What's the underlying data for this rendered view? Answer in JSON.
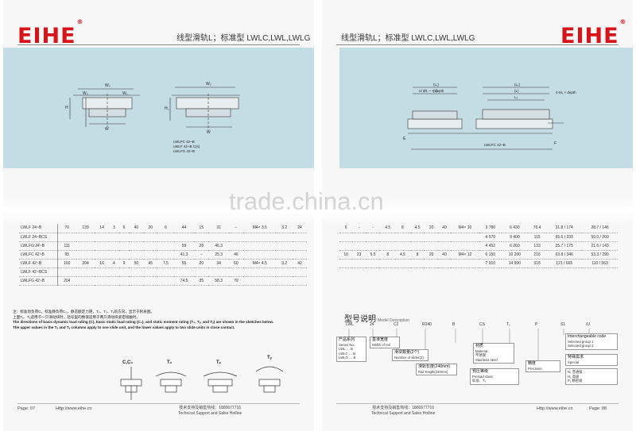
{
  "brand": "EIHE",
  "brand_mark": "®",
  "left_page": {
    "title": "线型滑轨L；标准型 LWLC,LWL,LWLG",
    "drawing_labels": {
      "w1": "W₁",
      "w2": "W₂",
      "w3": "W₃",
      "h": "H",
      "h1": "H₁",
      "h2": "H₂",
      "w": "W",
      "series": [
        "LWLFC 42~B",
        "LWLF  42~B C(s)",
        "LWLFG 42~B"
      ]
    },
    "table_rows": [
      [
        "LWLF  24~B",
        "76",
        "139",
        "14",
        "3",
        "6",
        "40",
        "20",
        "6",
        "44",
        "15",
        "31",
        "–",
        "M4× 3.5",
        "3.2",
        "24"
      ],
      [
        "LWLF  24~BCS",
        "",
        "",
        "",
        "",
        "",
        "",
        "",
        "",
        "",
        "",
        "",
        "",
        "",
        "",
        ""
      ],
      [
        "LWLFG 24~B",
        "111",
        "",
        "",
        "",
        "",
        "",
        "",
        "",
        "59",
        "28",
        "46.3",
        "",
        "",
        "",
        ""
      ],
      [
        "LWLFC 42~B",
        "95",
        "",
        "",
        "",
        "",
        "",
        "",
        "",
        "41.3",
        "–",
        "25.3",
        "46",
        "",
        "",
        ""
      ],
      [
        "LWLF  42~B",
        "160",
        "204",
        "16",
        "4",
        "9",
        "50",
        "45",
        "7.5",
        "55",
        "20",
        "34",
        "60",
        "M4× 4.5",
        "3.2",
        "42"
      ],
      [
        "LWLF  42~BCS",
        "",
        "",
        "",
        "",
        "",
        "",
        "",
        "",
        "",
        "",
        "",
        "",
        "",
        "",
        ""
      ],
      [
        "LWLFG 42~B",
        "204",
        "",
        "",
        "",
        "",
        "",
        "",
        "",
        "74.5",
        "35",
        "58.3",
        "79",
        "",
        "",
        ""
      ]
    ],
    "notes": [
      "注：标准动负荷C，标准静负荷C₀，静态额定力矩，T₀、Tₓ、Tᵧ的方向，显示于附表图。",
      "上面Tₓ、Tᵧ适用于一只滑动块时，括号里的数值适用于两只滑动块紧密接触时。",
      "The directions of basic dynamic load rating (C), basic static load rating (C₀), and static moment rating (T₀, Tₓ, and Tᵧ) are shown in the sketches below.",
      "The upper values in the Tₓ and Tᵧ columns apply to one slide unit, and the lower values apply to two slide units in close contact."
    ],
    "moment_labels": [
      "C,C₀",
      "T₀",
      "Tₓ",
      "Tᵧ"
    ],
    "footer_page": "Page: 07",
    "footer_url": "Http://www.eihe.cn",
    "footer_hotline_cn": "技术支持及销售热线：1880677716",
    "footer_hotline_en": "Technical Support and Sales Hotline"
  },
  "right_page": {
    "title": "线型滑轨L；标准型 LWLC,LWL,LWLG",
    "drawing_labels": {
      "hole": "4-M₁ × depth",
      "hole_left": "n/ Ø1 ~ × depth",
      "l1": "(L₁)",
      "l2": "(L)",
      "lp": "L₂",
      "l3": "L₃",
      "e": "E",
      "f": "F",
      "series": "LWLFC 42~B"
    },
    "table_rows": [
      [
        "6",
        "-",
        "-",
        "4.5",
        "8",
        "4.5",
        "20",
        "40",
        "M4× 10",
        "3 780",
        "6 430",
        "76.4",
        "31.8 / 174",
        "28.7 / 146"
      ],
      [
        "",
        "",
        "",
        "",
        "",
        "",
        "",
        "",
        "",
        "4 570",
        "9 400",
        "115",
        "65.6 / 333",
        "50.0 / 260"
      ],
      [
        "",
        "",
        "",
        "",
        "",
        "",
        "",
        "",
        "",
        "4 452",
        "6 260",
        "133",
        "25.7 / 175",
        "21.6 / 143"
      ],
      [
        "10",
        "23",
        "9.5",
        "8",
        "4.5",
        "8",
        "20",
        "40",
        "M4× 12",
        "6 150",
        "10 200",
        "216",
        "63.8 / 346",
        "53.3 / 290"
      ],
      [
        "",
        "",
        "",
        "",
        "",
        "",
        "",
        "",
        "",
        "7 910",
        "14 900",
        "316",
        "121 / 665",
        "110 / 563"
      ]
    ],
    "model_heading": "型号说明",
    "model_heading_en": "Model Description",
    "model_parts": [
      "LWL",
      "24",
      "C2",
      "R240",
      "B",
      "CS",
      "T₁",
      "P",
      "S1",
      "/U"
    ],
    "model_boxes": {
      "type": [
        "产品系列",
        "Series No.",
        "LWL … B",
        "LWLC … B",
        "LWLG … B"
      ],
      "width": [
        "基准宽度",
        "Width of rail"
      ],
      "slider": [
        "滑块数量(2个)",
        "Number of slider(2)"
      ],
      "length": [
        "滑轨长度(240mm)",
        "Rail length(240mm)"
      ],
      "preload": [
        "预压等级",
        "Preload class",
        "标准：T₀",
        "T₁",
        "轻预压：T₂"
      ],
      "material": [
        "材质",
        "Material",
        "不锈钢",
        "Stainless steel"
      ],
      "precision": [
        "精度",
        "Precision"
      ],
      "interchange": [
        "Interchangeable code",
        "Selected group 1",
        "Selected group 2"
      ],
      "seal": [
        "特殊需求",
        "Special"
      ],
      "grade": [
        "N₁ 普通级",
        "H₁ 高级",
        "P₁ 精密级"
      ]
    },
    "footer_page": "Page: 08",
    "footer_url": "Http://www.eihe.cn",
    "footer_hotline_cn": "技术支持及销售热线：1880677716",
    "footer_hotline_en": "Technical Support and Sales Hotline"
  },
  "watermark": "trade.china.cn"
}
